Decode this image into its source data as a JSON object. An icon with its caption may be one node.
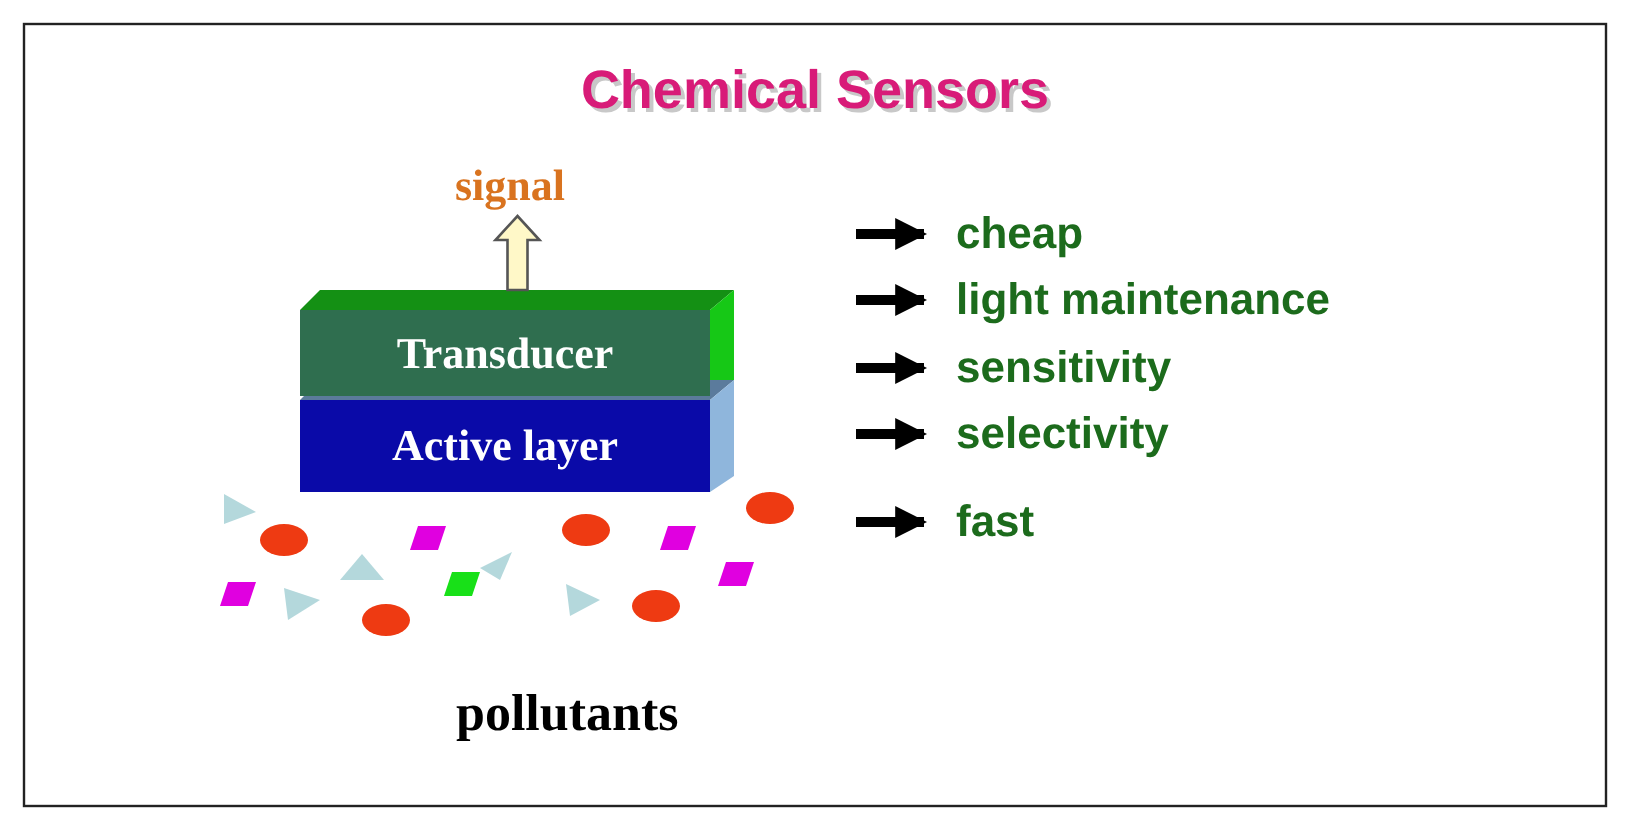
{
  "diagram": {
    "title": "Chemical Sensors",
    "nodes": [
      {
        "text": [
          "signal"
        ]
      },
      {
        "text": [
          "Transducer"
        ]
      },
      {
        "text": [
          "Active layer"
        ]
      },
      {
        "text": [
          "cheap"
        ]
      },
      {
        "text": [
          "light maintenance"
        ]
      },
      {
        "text": [
          "sensitivity"
        ]
      },
      {
        "text": [
          "selectivity"
        ]
      },
      {
        "text": [
          "fast"
        ]
      }
    ],
    "edges": [
      {
        "from": 1,
        "to": 0,
        "arrow": "to",
        "style": "thick",
        "color": "#fff8c8"
      },
      {
        "from": null,
        "to": 3,
        "arrow": "to"
      },
      {
        "from": null,
        "to": 4,
        "arrow": "to"
      },
      {
        "from": null,
        "to": 5,
        "arrow": "to"
      },
      {
        "from": null,
        "to": 6,
        "arrow": "to"
      },
      {
        "from": null,
        "to": 7,
        "arrow": "to"
      }
    ],
    "labels": [
      "pollutants"
    ]
  }
}
